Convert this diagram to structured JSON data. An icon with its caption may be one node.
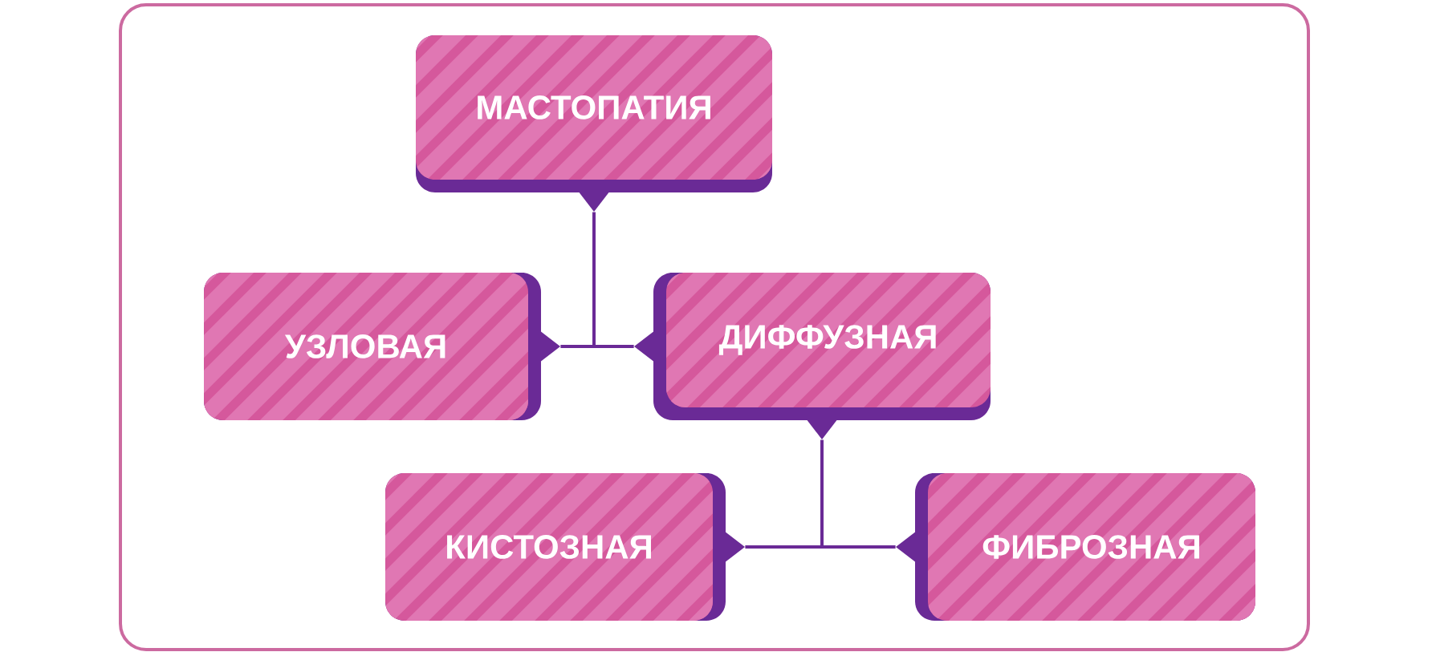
{
  "diagram": {
    "nodes": [
      {
        "text": [
          "МАСТОПАТИЯ"
        ]
      },
      {
        "text": [
          "УЗЛОВАЯ"
        ]
      },
      {
        "text": [
          "ДИФФУЗНАЯ"
        ]
      },
      {
        "text": [
          "КИСТОЗНАЯ"
        ]
      },
      {
        "text": [
          "ФИБРОЗНАЯ"
        ]
      }
    ],
    "edges": [
      {
        "from": 0,
        "to": 1,
        "arrow": "none"
      },
      {
        "from": 0,
        "to": 2,
        "arrow": "none"
      },
      {
        "from": 2,
        "to": 3,
        "arrow": "none"
      },
      {
        "from": 2,
        "to": 4,
        "arrow": "none"
      }
    ]
  }
}
